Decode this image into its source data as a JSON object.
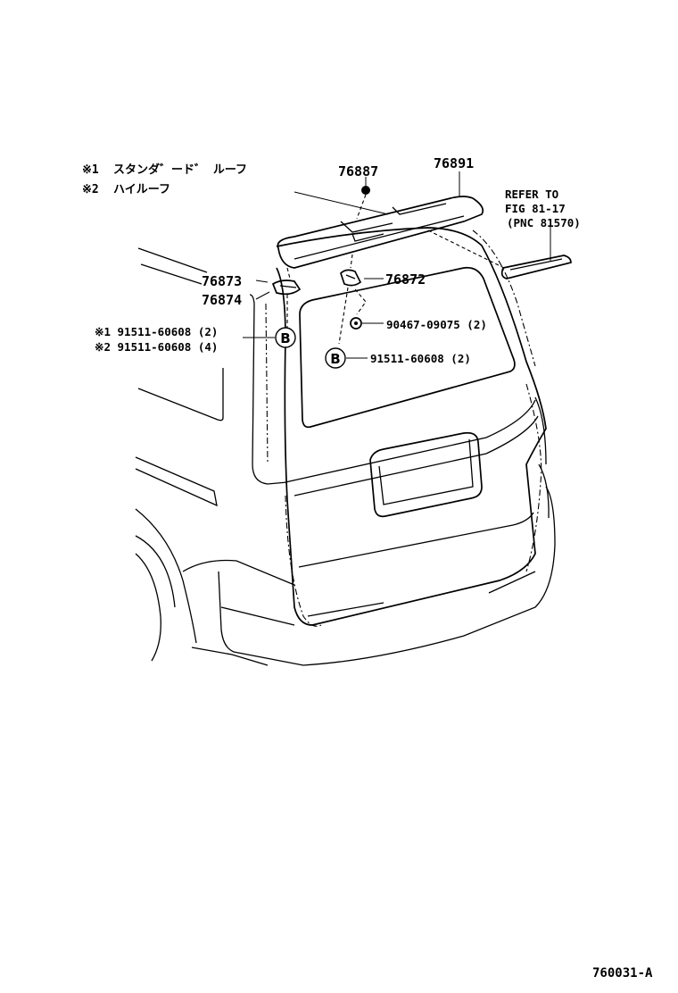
{
  "notes": [
    {
      "mark": "※1",
      "text": "スタンダ゛ード゛ ルーフ"
    },
    {
      "mark": "※2",
      "text": "ハイルーフ"
    }
  ],
  "parts": {
    "p76887": "76887",
    "p76891": "76891",
    "p76873": "76873",
    "p76874": "76874",
    "p76872": "76872",
    "p90467": "90467-09075 (2)",
    "pB_right": "91511-60608 (2)",
    "pB_left_1": "※1 91511-60608 (2)",
    "pB_left_2": "※2 91511-60608 (4)"
  },
  "callout_letter": "B",
  "refer": {
    "line1": "REFER TO",
    "line2": "FIG 81-17",
    "line3": "(PNC 81570)"
  },
  "figure_code": "760031-A"
}
